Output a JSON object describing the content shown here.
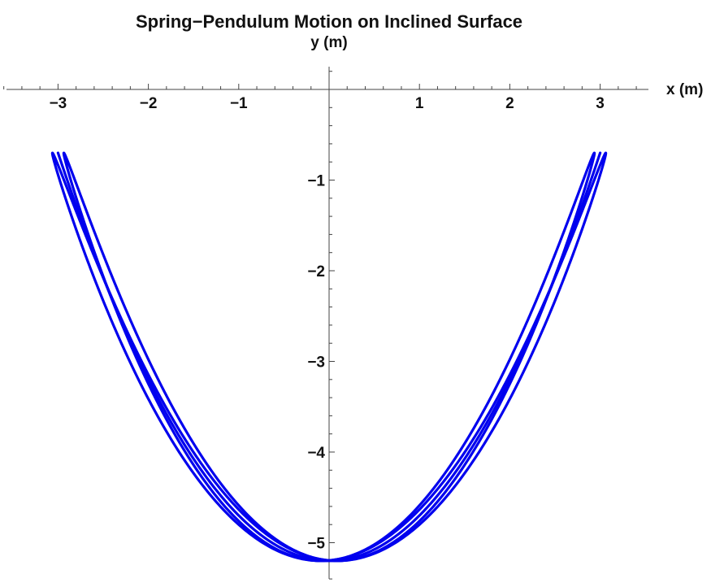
{
  "chart_data": {
    "type": "line",
    "title": "Spring−Pendulum Motion on Inclined Surface",
    "xlabel": "x (m)",
    "ylabel": "y (m)",
    "xlim": [
      -3.6,
      3.5
    ],
    "ylim": [
      -5.4,
      0.3
    ],
    "x_ticks": [
      {
        "value": -3,
        "label": "−3"
      },
      {
        "value": -2,
        "label": "−2"
      },
      {
        "value": -1,
        "label": "−1"
      },
      {
        "value": 1,
        "label": "1"
      },
      {
        "value": 2,
        "label": "2"
      },
      {
        "value": 3,
        "label": "3"
      }
    ],
    "y_ticks": [
      {
        "value": -1,
        "label": "−1"
      },
      {
        "value": -2,
        "label": "−2"
      },
      {
        "value": -3,
        "label": "−3"
      },
      {
        "value": -4,
        "label": "−4"
      },
      {
        "value": -5,
        "label": "−5"
      }
    ],
    "x_minor_step": 0.2,
    "y_minor_step": 0.2,
    "grid": false,
    "axes_origin": [
      0,
      0
    ],
    "line_color": "#0000ee",
    "trajectory": {
      "x_amplitude": 3.0,
      "x_frequency": 1.0,
      "y_center": -2.95,
      "y_amplitude": 2.25,
      "y_frequency": 2.0,
      "y_phase": -1.5708,
      "loops": 3,
      "drift": 0.06
    }
  }
}
